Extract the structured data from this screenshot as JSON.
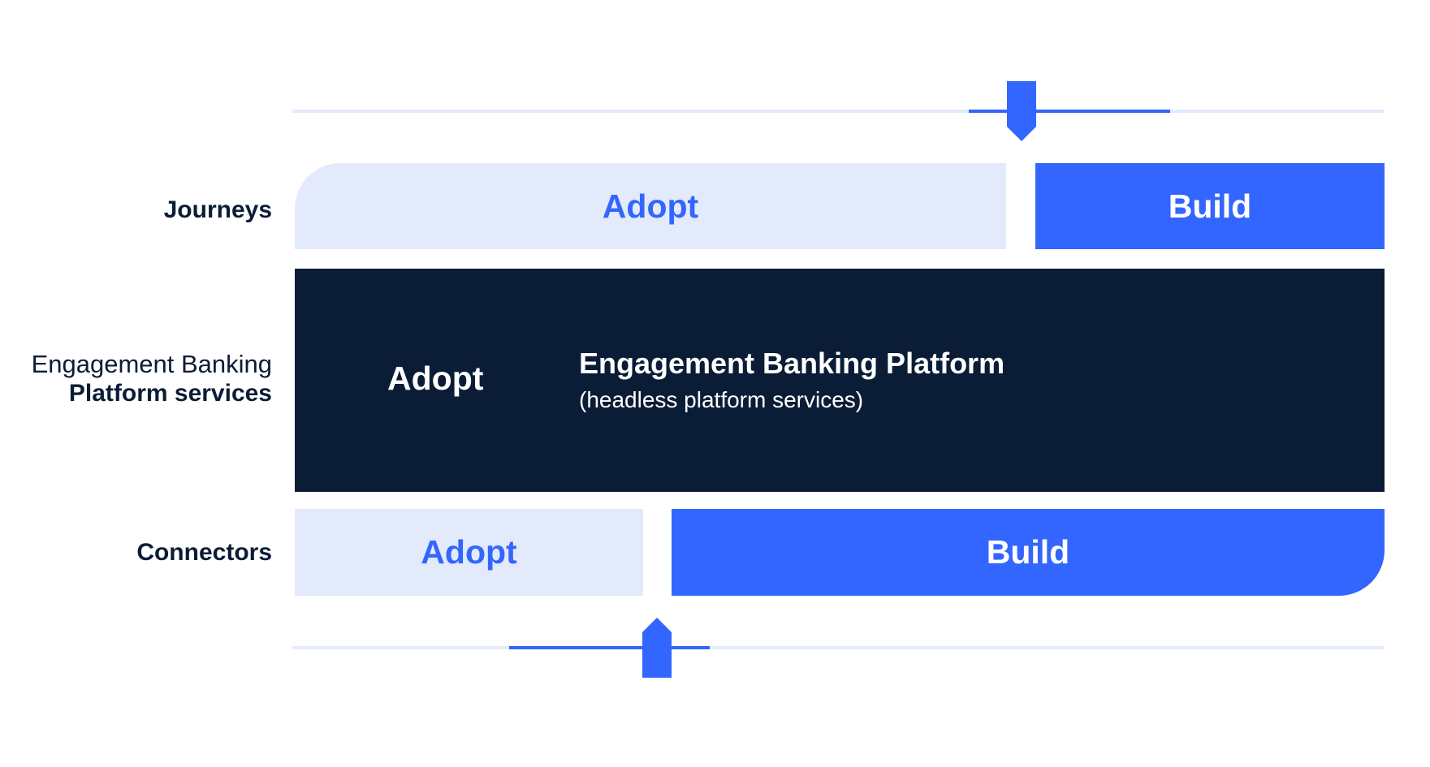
{
  "rows": {
    "journeys": {
      "label": "Journeys",
      "adopt": "Adopt",
      "build": "Build"
    },
    "platform": {
      "label_line1": "Engagement Banking",
      "label_line2": "Platform services",
      "adopt": "Adopt",
      "title": "Engagement Banking Platform",
      "subtitle": "(headless platform services)"
    },
    "connectors": {
      "label": "Connectors",
      "adopt": "Adopt",
      "build": "Build"
    }
  },
  "colors": {
    "accent": "#3366ff",
    "light": "#e3eafb",
    "dark": "#0b1d36"
  },
  "icons": {
    "top_handle": "slider-handle-down-icon",
    "bottom_handle": "slider-handle-up-icon"
  }
}
